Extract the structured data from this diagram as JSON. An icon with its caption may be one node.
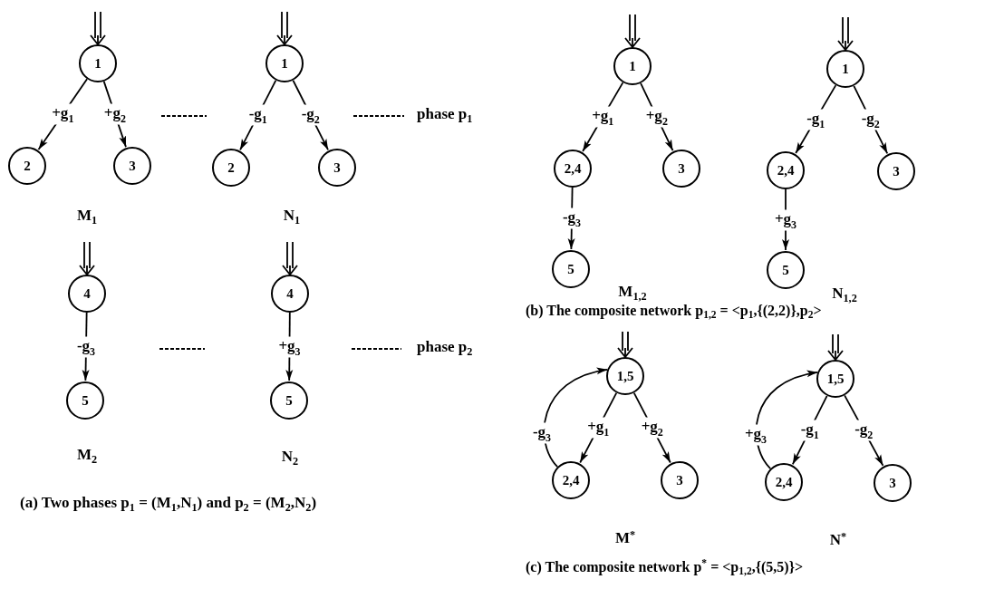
{
  "diagram": {
    "nodes": [
      {
        "text": [
          "1"
        ]
      },
      {
        "text": [
          "2"
        ]
      },
      {
        "text": [
          "3"
        ]
      },
      {
        "text": [
          "1"
        ]
      },
      {
        "text": [
          "2"
        ]
      },
      {
        "text": [
          "3"
        ]
      },
      {
        "text": [
          "4"
        ]
      },
      {
        "text": [
          "5"
        ]
      },
      {
        "text": [
          "4"
        ]
      },
      {
        "text": [
          "5"
        ]
      },
      {
        "text": [
          "1"
        ]
      },
      {
        "text": [
          "2,4"
        ]
      },
      {
        "text": [
          "3"
        ]
      },
      {
        "text": [
          "5"
        ]
      },
      {
        "text": [
          "1"
        ]
      },
      {
        "text": [
          "2,4"
        ]
      },
      {
        "text": [
          "3"
        ]
      },
      {
        "text": [
          "5"
        ]
      },
      {
        "text": [
          "1,5"
        ]
      },
      {
        "text": [
          "2,4"
        ]
      },
      {
        "text": [
          "3"
        ]
      },
      {
        "text": [
          "1,5"
        ]
      },
      {
        "text": [
          "2,4"
        ]
      },
      {
        "text": [
          "3"
        ]
      }
    ],
    "edges": [
      {
        "from": null,
        "to": 0,
        "arrow": "to"
      },
      {
        "from": 0,
        "to": 1,
        "arrow": "to",
        "label": "+g$_{1}$"
      },
      {
        "from": 0,
        "to": 2,
        "arrow": "to",
        "label": "+g$_{2}$"
      },
      {
        "from": null,
        "to": 3,
        "arrow": "to"
      },
      {
        "from": 3,
        "to": 4,
        "arrow": "to",
        "label": "-g$_{1}$"
      },
      {
        "from": 3,
        "to": 5,
        "arrow": "to",
        "label": "-g$_{2}$"
      },
      {
        "from": null,
        "to": 6,
        "arrow": "to"
      },
      {
        "from": 6,
        "to": 7,
        "arrow": "to",
        "label": "-g$_{3}$"
      },
      {
        "from": null,
        "to": 8,
        "arrow": "to"
      },
      {
        "from": 8,
        "to": 9,
        "arrow": "to",
        "label": "+g$_{3}$"
      },
      {
        "from": null,
        "to": 10,
        "arrow": "to"
      },
      {
        "from": 10,
        "to": 11,
        "arrow": "to",
        "label": "+g$_{1}$"
      },
      {
        "from": 10,
        "to": 12,
        "arrow": "to",
        "label": "+g$_{2}$"
      },
      {
        "from": 11,
        "to": 13,
        "arrow": "to",
        "label": "-g$_{3}$"
      },
      {
        "from": null,
        "to": 14,
        "arrow": "to"
      },
      {
        "from": 14,
        "to": 15,
        "arrow": "to",
        "label": "-g$_{1}$"
      },
      {
        "from": 14,
        "to": 16,
        "arrow": "to",
        "label": "-g$_{2}$"
      },
      {
        "from": 15,
        "to": 17,
        "arrow": "to",
        "label": "+g$_{3}$"
      },
      {
        "from": null,
        "to": 18,
        "arrow": "to"
      },
      {
        "from": 18,
        "to": 19,
        "arrow": "to",
        "label": "+g$_{1}$"
      },
      {
        "from": 18,
        "to": 20,
        "arrow": "to",
        "label": "+g$_{2}$"
      },
      {
        "from": 19,
        "to": 18,
        "arrow": "to",
        "label": "-g$_{3}$"
      },
      {
        "from": null,
        "to": 21,
        "arrow": "to"
      },
      {
        "from": 21,
        "to": 22,
        "arrow": "to",
        "label": "-g$_{1}$"
      },
      {
        "from": 21,
        "to": 23,
        "arrow": "to",
        "label": "-g$_{2}$"
      },
      {
        "from": 22,
        "to": 21,
        "arrow": "to",
        "label": "+g$_{3}$"
      }
    ],
    "labels": [
      "phase p$_{1}$",
      "M$_{1}$",
      "N$_{1}$",
      "phase p$_{2}$",
      "M$_{2}$",
      "N$_{2}$",
      "(a)  Two phases  p$_{1}$ = (M$_{1}$,N$_{1}$)  and  p$_{2}$ = (M$_{2}$,N$_{2}$)",
      "M$_{1,2}$",
      "N$_{1,2}$",
      "(b)  The composite network  p$_{1,2}$ = <p$_{1}$,{(2,2)},p$_{2}$>",
      "M$^{*}$",
      "N$^{*}$",
      "(c)  The composite network p$^{*}$ = <p$_{1,2}$,{(5,5)}>"
    ]
  }
}
